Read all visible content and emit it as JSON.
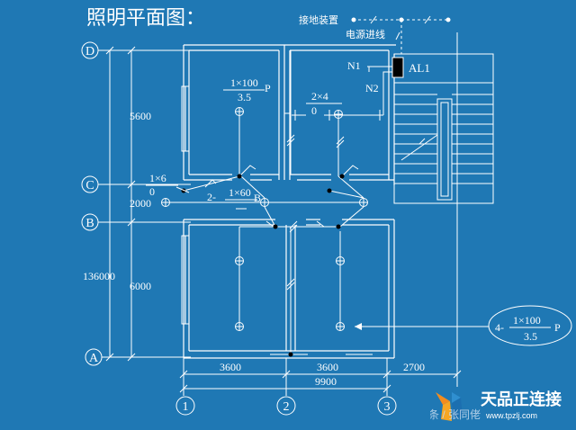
{
  "title": "照明平面图：",
  "grounding_label": "接地装置",
  "power_label": "电源进线",
  "panel_label": "AL1",
  "n1_label": "N1",
  "n2_label": "N2",
  "axis_rows": [
    "D",
    "C",
    "B",
    "A"
  ],
  "axis_cols": [
    "1",
    "2",
    "3"
  ],
  "dims_vertical": {
    "top": "5600",
    "middle": "2000",
    "bottom": "6000",
    "total": "136000"
  },
  "dims_horizontal": {
    "span1": "3600",
    "span2": "3600",
    "span3": "2700",
    "total": "9900"
  },
  "annotations": {
    "room_tl": {
      "num": "1×100",
      "suffix": "P",
      "den": "3.5"
    },
    "room_tr": {
      "num": "2×4",
      "den": "0"
    },
    "corridor_left": {
      "num": "1×6",
      "den": "0"
    },
    "corridor_mid": {
      "prefix": "2-",
      "num": "1×60",
      "suffix": "B"
    },
    "bottom_callout": {
      "prefix": "4-",
      "num": "1×100",
      "suffix": "P",
      "den": "3.5"
    }
  },
  "watermark": {
    "brand": "天品正连接",
    "url": "www.tpzlj.com",
    "source": "头条 / 张同佬"
  }
}
